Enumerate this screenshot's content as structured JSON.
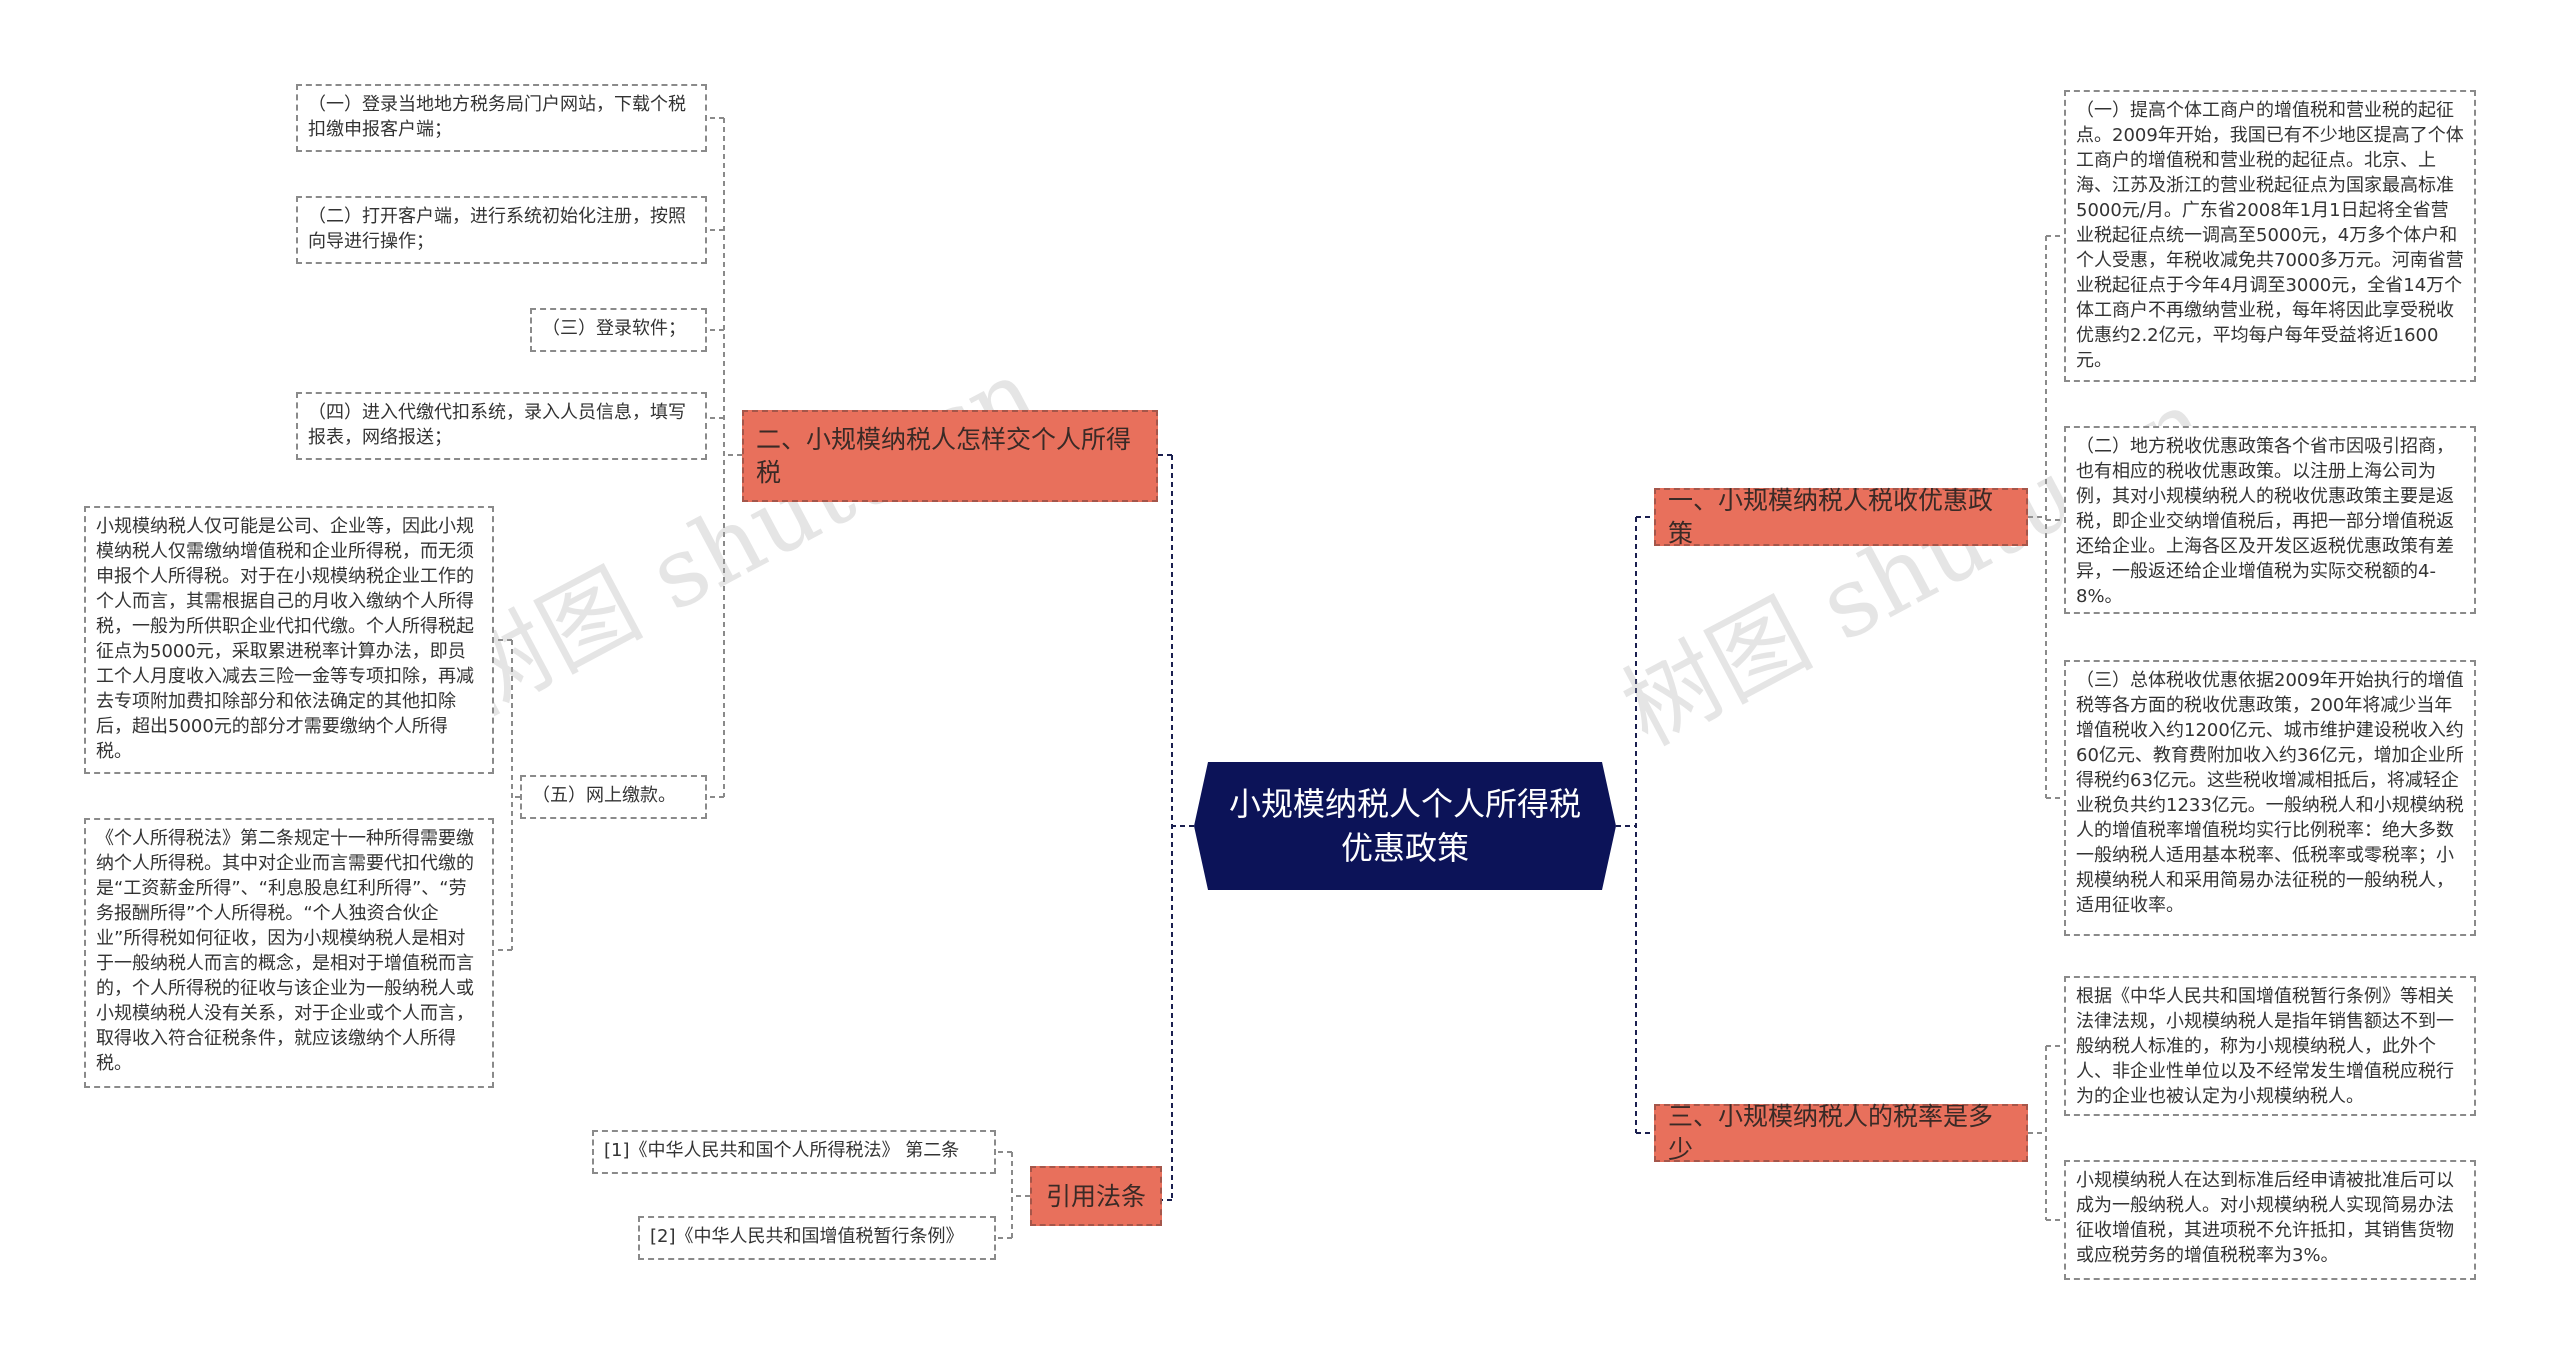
{
  "central": {
    "title": "小规模纳税人个人所得税优惠政策"
  },
  "left_branches": {
    "b2": {
      "label": "二、小规模纳税人怎样交个人所得税",
      "children": [
        "（一）登录当地地方税务局门户网站，下载个税扣缴申报客户端；",
        "（二）打开客户端，进行系统初始化注册，按照向导进行操作；",
        "（三）登录软件；",
        "（四）进入代缴代扣系统，录入人员信息，填写报表，网络报送；",
        "（五）网上缴款。"
      ],
      "sub_notes": [
        "小规模纳税人仅可能是公司、企业等，因此小规模纳税人仅需缴纳增值税和企业所得税，而无须申报个人所得税。对于在小规模纳税企业工作的个人而言，其需根据自己的月收入缴纳个人所得税，一般为所供职企业代扣代缴。个人所得税起征点为5000元，采取累进税率计算办法，即员工个人月度收入减去三险一金等专项扣除，再减去专项附加费扣除部分和依法确定的其他扣除后，超出5000元的部分才需要缴纳个人所得税。",
        "《个人所得税法》第二条规定十一种所得需要缴纳个人所得税。其中对企业而言需要代扣代缴的是“工资薪金所得”、“利息股息红利所得”、“劳务报酬所得”个人所得税。“个人独资合伙企业”所得税如何征收，因为小规模纳税人是相对于一般纳税人而言的概念，是相对于增值税而言的，个人所得税的征收与该企业为一般纳税人或小规模纳税人没有关系，对于企业或个人而言，取得收入符合征税条件，就应该缴纳个人所得税。"
      ]
    },
    "law": {
      "label": "引用法条",
      "children": [
        "[1]《中华人民共和国个人所得税法》 第二条",
        "[2]《中华人民共和国增值税暂行条例》"
      ]
    }
  },
  "right_branches": {
    "b1": {
      "label": "一、小规模纳税人税收优惠政策",
      "children": [
        "（一）提高个体工商户的增值税和营业税的起征点。2009年开始，我国已有不少地区提高了个体工商户的增值税和营业税的起征点。北京、上海、江苏及浙江的营业税起征点为国家最高标准5000元/月。广东省2008年1月1日起将全省营业税起征点统一调高至5000元，4万多个体户和个人受惠，年税收减免共7000多万元。河南省营业税起征点于今年4月调至3000元，全省14万个体工商户不再缴纳营业税，每年将因此享受税收优惠约2.2亿元，平均每户每年受益将近1600元。",
        "（二）地方税收优惠政策各个省市因吸引招商，也有相应的税收优惠政策。以注册上海公司为例，其对小规模纳税人的税收优惠政策主要是返税，即企业交纳增值税后，再把一部分增值税返还给企业。上海各区及开发区返税优惠政策有差异，一般返还给企业增值税为实际交税额的4-8%。",
        "（三）总体税收优惠依据2009年开始执行的增值税等各方面的税收优惠政策，200年将减少当年增值税收入约1200亿元、城市维护建设税收入约60亿元、教育费附加收入约36亿元，增加企业所得税约63亿元。这些税收增减相抵后，将减轻企业税负共约1233亿元。一般纳税人和小规模纳税人的增值税率增值税均实行比例税率：绝大多数一般纳税人适用基本税率、低税率或零税率；小规模纳税人和采用简易办法征税的一般纳税人，适用征收率。"
      ]
    },
    "b3": {
      "label": "三、小规模纳税人的税率是多少",
      "children": [
        "根据《中华人民共和国增值税暂行条例》等相关法律法规，小规模纳税人是指年销售额达不到一般纳税人标准的，称为小规模纳税人，此外个人、非企业性单位以及不经常发生增值税应税行为的企业也被认定为小规模纳税人。",
        "小规模纳税人在达到标准后经申请被批准后可以成为一般纳税人。对小规模纳税人实现简易办法征收增值税，其进项税不允许抵扣，其销售货物或应税劳务的增值税税率为3%。"
      ]
    }
  },
  "watermarks": [
    "树图 shutu.cn",
    "树图 shutu.cn"
  ],
  "colors": {
    "central_bg": "#0c1358",
    "branch_bg": "#e8705c",
    "line": "#1a1f4f"
  }
}
